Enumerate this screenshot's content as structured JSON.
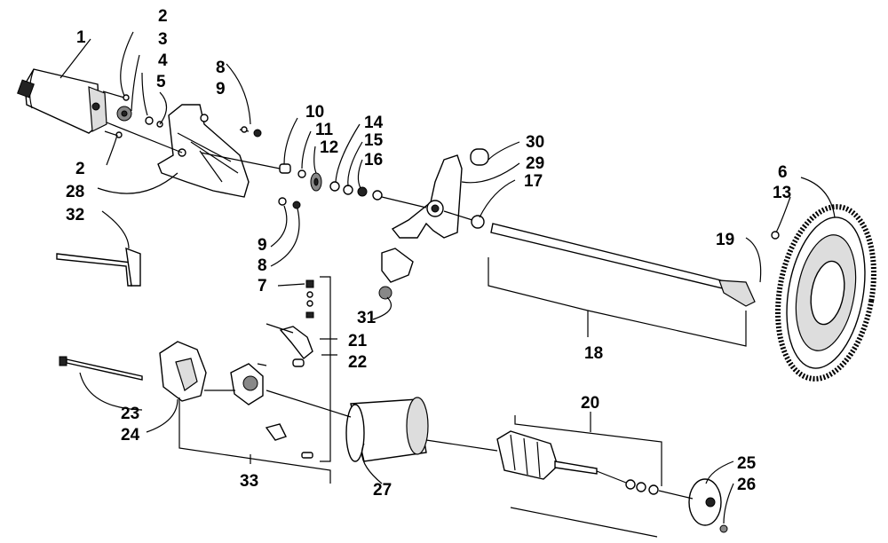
{
  "diagram": {
    "callouts": [
      {
        "id": "c1",
        "text": "1"
      },
      {
        "id": "c2a",
        "text": "2"
      },
      {
        "id": "c3",
        "text": "3"
      },
      {
        "id": "c4",
        "text": "4"
      },
      {
        "id": "c5",
        "text": "5"
      },
      {
        "id": "c2b",
        "text": "2"
      },
      {
        "id": "c28",
        "text": "28"
      },
      {
        "id": "c32",
        "text": "32"
      },
      {
        "id": "c8a",
        "text": "8"
      },
      {
        "id": "c9a",
        "text": "9"
      },
      {
        "id": "c10",
        "text": "10"
      },
      {
        "id": "c11",
        "text": "11"
      },
      {
        "id": "c12",
        "text": "12"
      },
      {
        "id": "c14",
        "text": "14"
      },
      {
        "id": "c15",
        "text": "15"
      },
      {
        "id": "c16",
        "text": "16"
      },
      {
        "id": "c30",
        "text": "30"
      },
      {
        "id": "c29",
        "text": "29"
      },
      {
        "id": "c17",
        "text": "17"
      },
      {
        "id": "c9b",
        "text": "9"
      },
      {
        "id": "c8b",
        "text": "8"
      },
      {
        "id": "c7",
        "text": "7"
      },
      {
        "id": "c31",
        "text": "31"
      },
      {
        "id": "c21",
        "text": "21"
      },
      {
        "id": "c22",
        "text": "22"
      },
      {
        "id": "c6",
        "text": "6"
      },
      {
        "id": "c13",
        "text": "13"
      },
      {
        "id": "c19",
        "text": "19"
      },
      {
        "id": "c18",
        "text": "18"
      },
      {
        "id": "c23",
        "text": "23"
      },
      {
        "id": "c24",
        "text": "24"
      },
      {
        "id": "c33",
        "text": "33"
      },
      {
        "id": "c27",
        "text": "27"
      },
      {
        "id": "c20",
        "text": "20"
      },
      {
        "id": "c25",
        "text": "25"
      },
      {
        "id": "c26",
        "text": "26"
      }
    ]
  }
}
